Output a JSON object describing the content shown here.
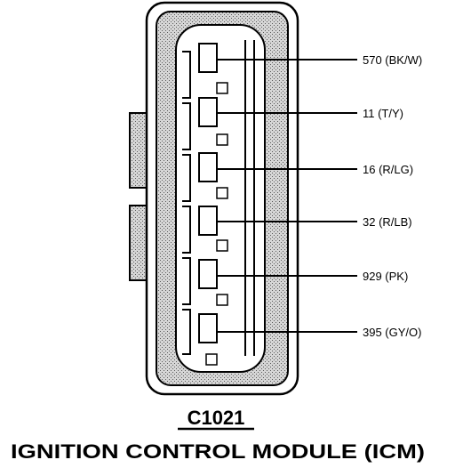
{
  "connector": {
    "id": "C1021",
    "name": "IGNITION CONTROL MODULE (ICM)"
  },
  "pins": [
    {
      "label": "570 (BK/W)"
    },
    {
      "label": "11 (T/Y)"
    },
    {
      "label": "16 (R/LG)"
    },
    {
      "label": "32 (R/LB)"
    },
    {
      "label": "929 (PK)"
    },
    {
      "label": "395 (GY/O)"
    }
  ]
}
